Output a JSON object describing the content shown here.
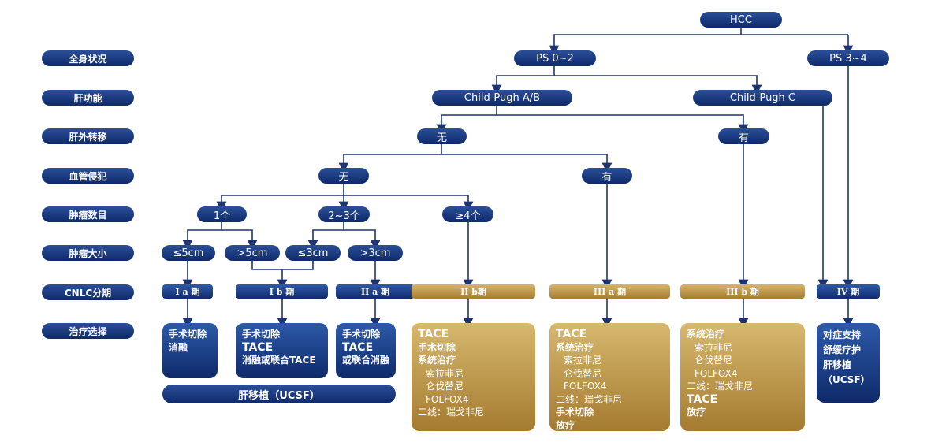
{
  "row_labels": [
    "全身状况",
    "肝功能",
    "肝外转移",
    "血管侵犯",
    "肿瘤数目",
    "肿瘤大小",
    "CNLC分期",
    "治疗选择"
  ],
  "nodes": {
    "hcc": "HCC",
    "ps02": "PS 0~2",
    "ps34": "PS 3~4",
    "cp_ab": "Child-Pugh A/B",
    "cp_c": "Child-Pugh C",
    "ehm_no": "无",
    "ehm_yes": "有",
    "vi_no": "无",
    "vi_yes": "有",
    "num1": "1个",
    "num23": "2~3个",
    "num4": "≥4个",
    "size_le5": "≤5cm",
    "size_gt5": ">5cm",
    "size_le3": "≤3cm",
    "size_gt3": ">3cm"
  },
  "stages": {
    "ia": "I a 期",
    "ib": "I b 期",
    "iia": "II a 期",
    "iib": "II b期",
    "iiia": "III a 期",
    "iiib": "III b 期",
    "iv": "IV 期"
  },
  "treatments": {
    "t1": [
      "手术切除",
      "消融"
    ],
    "t2": [
      "手术切除",
      "TACE",
      "消融或联合TACE"
    ],
    "t3": [
      "手术切除",
      "TACE",
      "或联合消融"
    ],
    "t4": {
      "head": "TACE",
      "l1": "手术切除",
      "l2": "系统治疗",
      "drugs": [
        "索拉非尼",
        "仑伐替尼",
        "FOLFOX4"
      ],
      "second": "二线：瑞戈非尼"
    },
    "t5": {
      "head": "TACE",
      "l1": "系统治疗",
      "drugs": [
        "索拉非尼",
        "仑伐替尼",
        "FOLFOX4"
      ],
      "second": "二线：瑞戈非尼",
      "l3": "手术切除",
      "l4": "放疗"
    },
    "t6": {
      "l1": "系统治疗",
      "drugs": [
        "索拉非尼",
        "仑伐替尼",
        "FOLFOX4"
      ],
      "second": "二线：瑞戈非尼",
      "head": "TACE",
      "l4": "放疗"
    },
    "t7": [
      "对症支持",
      "舒缓疗护",
      "肝移植",
      "（UCSF）"
    ],
    "transplant": "肝移植（UCSF）"
  },
  "colors": {
    "navy": "#12307a",
    "gold": "#b88f45",
    "line": "#1d3470"
  }
}
